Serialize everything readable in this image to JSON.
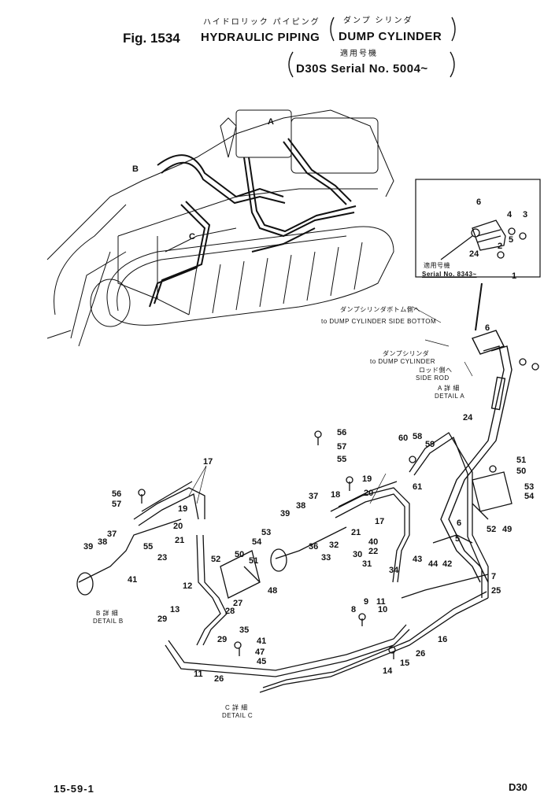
{
  "header": {
    "fig_label": "Fig. 1534",
    "title_jp": "ハイドロリック パイピング",
    "title_en": "HYDRAULIC PIPING",
    "sub_jp": "ダンプ シリンダ",
    "sub_en": "DUMP CYLINDER",
    "serial_jp": "適用号機",
    "serial_en": "D30S Serial No. 5004~"
  },
  "callouts": {
    "dump_bottom_jp": "ダンプシリンダボトム側へ",
    "dump_bottom_en": "to DUMP CYLINDER SIDE BOTTOM",
    "dump_rod_jp": "ダンプシリンダ",
    "dump_rod_en": "to DUMP CYLINDER",
    "rod_side_jp": "ロッド側へ",
    "rod_side_en": "SIDE ROD",
    "inset_serial_jp": "適用号機",
    "inset_serial_en": "Serial No. 8343~",
    "detail_a_jp": "A 詳 細",
    "detail_a_en": "DETAIL A",
    "detail_b_jp": "B 詳 細",
    "detail_b_en": "DETAIL B",
    "detail_c_jp": "C 詳 細",
    "detail_c_en": "DETAIL C",
    "view_a": "A",
    "view_b": "B",
    "view_c": "C"
  },
  "part_numbers": [
    "56",
    "57",
    "55",
    "19",
    "18",
    "20",
    "17",
    "37",
    "38",
    "39",
    "36",
    "32",
    "21",
    "40",
    "22",
    "30",
    "31",
    "33",
    "34",
    "60",
    "58",
    "59",
    "61",
    "6",
    "5",
    "4",
    "3",
    "2",
    "1",
    "24",
    "51",
    "50",
    "53",
    "54",
    "52",
    "49",
    "43",
    "44",
    "42",
    "7",
    "25",
    "16",
    "9",
    "8",
    "11",
    "10",
    "14",
    "15",
    "26",
    "56",
    "57",
    "17",
    "19",
    "20",
    "37",
    "38",
    "39",
    "21",
    "55",
    "23",
    "41",
    "52",
    "50",
    "51",
    "53",
    "54",
    "48",
    "12",
    "13",
    "27",
    "28",
    "29",
    "35",
    "47",
    "45",
    "11",
    "26",
    "6",
    "5",
    "4",
    "3",
    "2",
    "24",
    "29",
    "41",
    "1",
    "6"
  ],
  "footer": {
    "page_number": "15-59-1",
    "model": "D30"
  }
}
